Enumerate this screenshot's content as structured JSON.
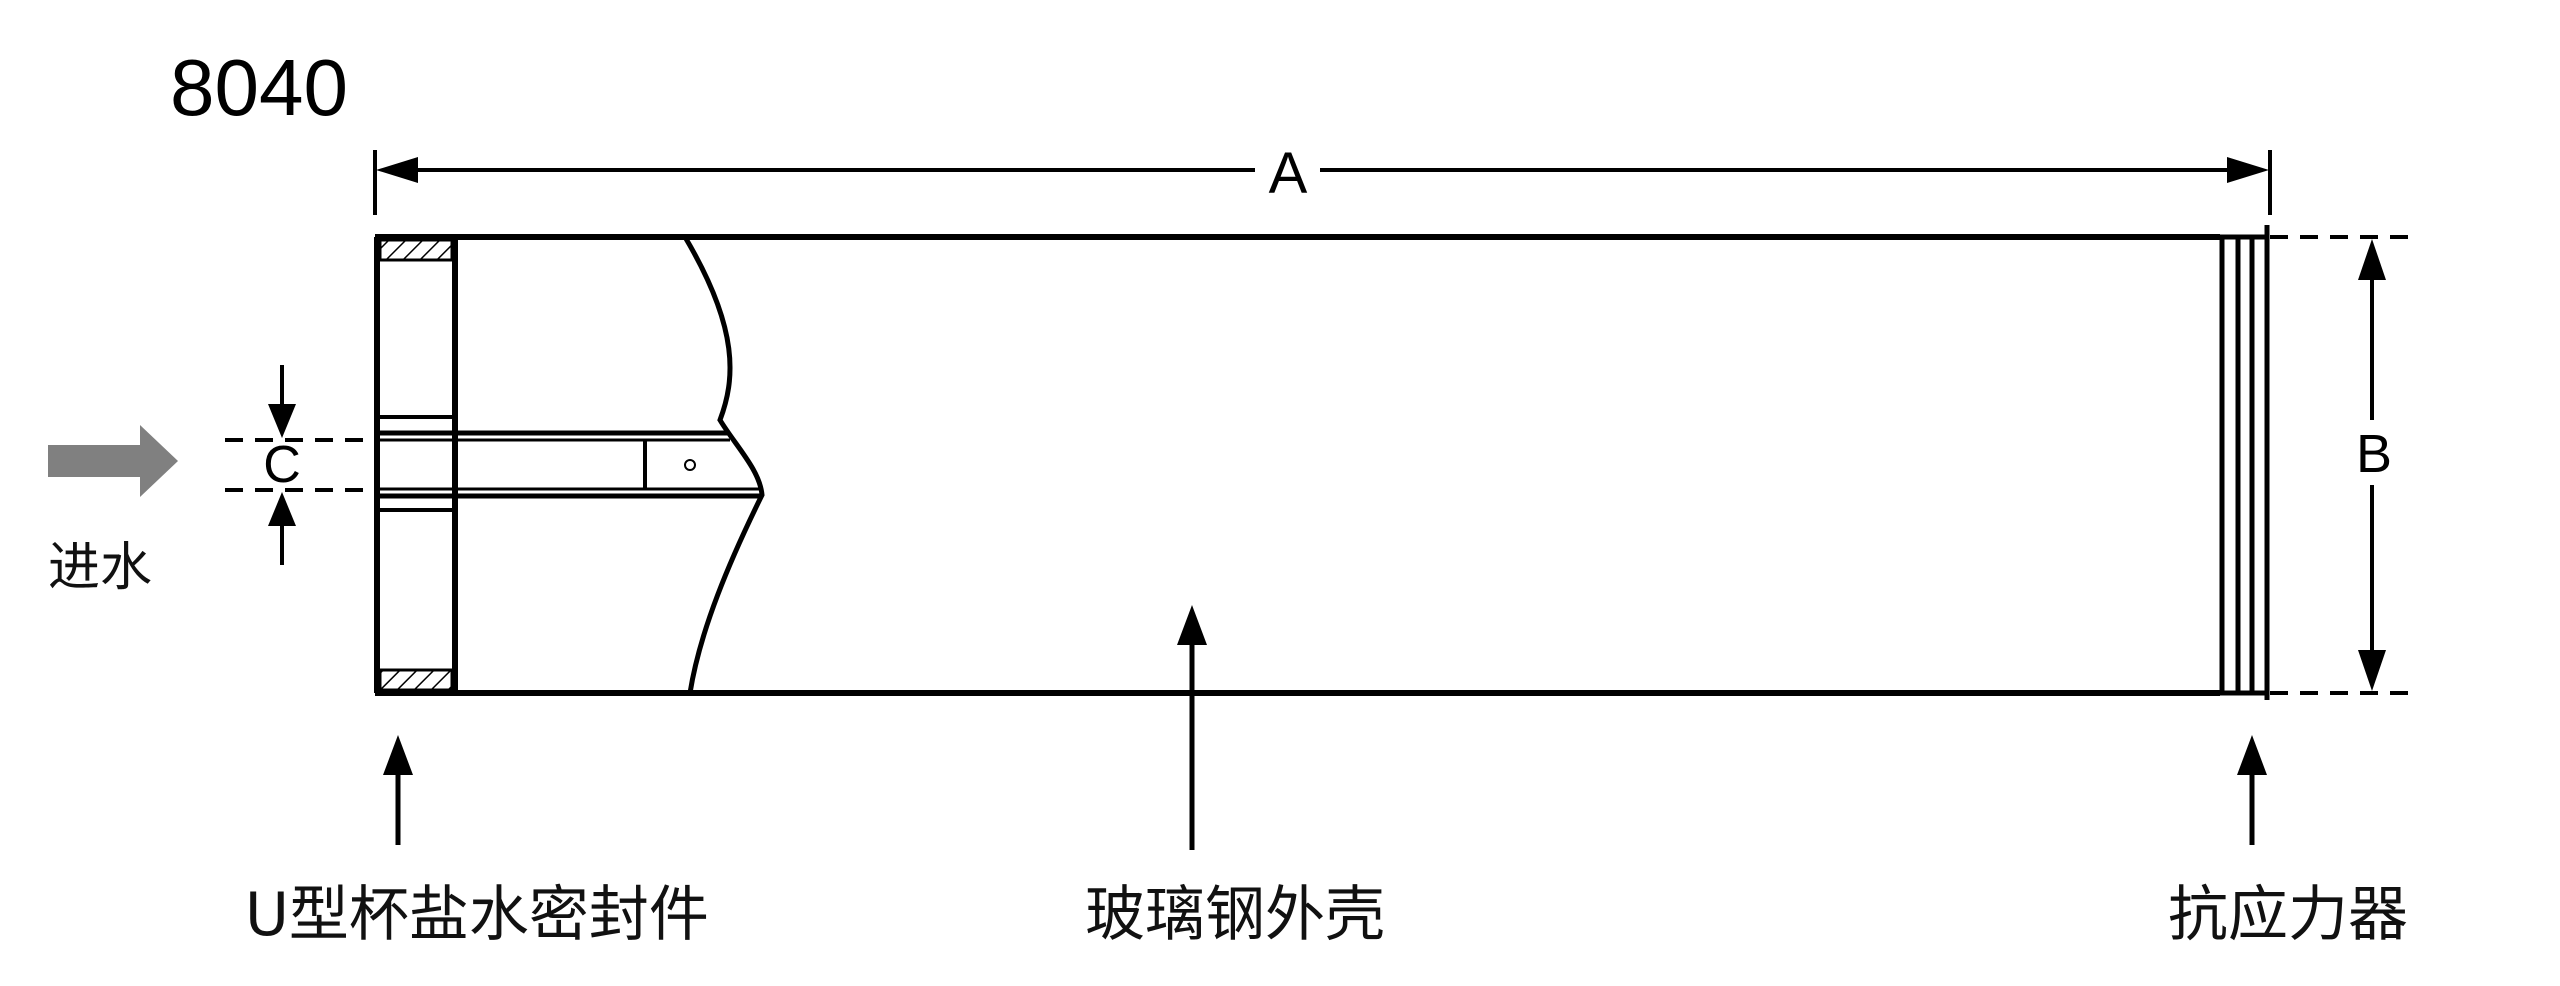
{
  "diagram": {
    "model": "8040",
    "dimension_labels": {
      "length": "A",
      "diameter": "B",
      "inner": "C"
    },
    "inlet_label": "进水",
    "callouts": {
      "seal": "U型杯盐水密封件",
      "shell": "玻璃钢外壳",
      "anti_telescoping": "抗应力器"
    },
    "colors": {
      "line": "#000000",
      "inlet_arrow": "#808080",
      "text": "#111111"
    }
  }
}
